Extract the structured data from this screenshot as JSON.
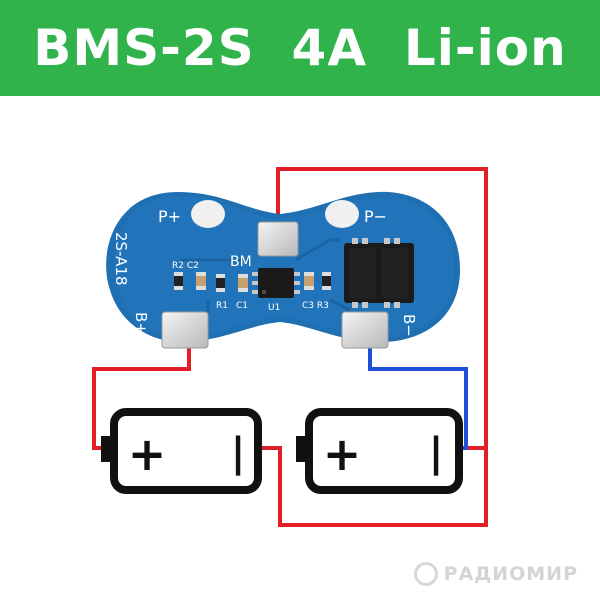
{
  "banner": {
    "title": "BMS-2S  4A  Li-ion"
  },
  "board": {
    "silkscreen": {
      "p_plus": "P+",
      "p_minus": "P−",
      "model": "2S-A18",
      "b_plus": "B+",
      "b_minus": "B−",
      "bm": "BM",
      "r2c2": "R2 C2",
      "r1": "R1",
      "c1": "C1",
      "u1": "U1",
      "c3r3": "C3 R3"
    }
  },
  "batteries": [
    {
      "plus": "+",
      "minus": "|"
    },
    {
      "plus": "+",
      "minus": "|"
    }
  ],
  "colors": {
    "banner": "#2fb34a",
    "pcb": "#1f6fb3",
    "wire_positive": "#e41e26",
    "wire_negative": "#1f4fd8",
    "battery_outline": "#111111"
  },
  "watermark": {
    "brand": "РАДИОМИР"
  }
}
